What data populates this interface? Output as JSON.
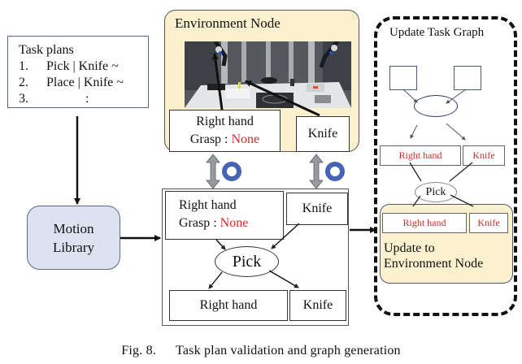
{
  "task_plans": {
    "title": "Task plans",
    "items": [
      {
        "num": "1.",
        "text": "Pick | Knife ~"
      },
      {
        "num": "2.",
        "text": "Place | Knife ~"
      },
      {
        "num": "3.",
        "text": ":"
      }
    ]
  },
  "motion_library": {
    "line1": "Motion",
    "line2": "Library"
  },
  "environment_node": {
    "title": "Environment Node",
    "photo_description": "robot workcell with two arms over a table",
    "right_hand": {
      "line1": "Right hand",
      "grasp_label": "Grasp : ",
      "grasp_value": "None"
    },
    "knife": "Knife"
  },
  "validation_icons": {
    "check_symbol": "O",
    "check_color": "#4664b4",
    "arrow_color": "#999999"
  },
  "task_graph": {
    "right_hand": {
      "line1": "Right hand",
      "grasp_label": "Grasp : ",
      "grasp_value": "None"
    },
    "knife": "Knife",
    "action": "Pick",
    "out_right_hand": "Right hand",
    "out_knife": "Knife"
  },
  "update_task_graph": {
    "title": "Update Task Graph",
    "right_hand": "Right hand",
    "knife": "Knife",
    "action": "Pick",
    "env_right_hand": "Right hand",
    "env_knife": "Knife",
    "env_label_line1": "Update to",
    "env_label_line2": "Environment Node"
  },
  "colors": {
    "env_fill": "#fcf1cf",
    "motion_fill": "#dde2f1",
    "highlight_red": "#d42a2a"
  },
  "caption": {
    "fig": "Fig. 8.",
    "text": "Task plan validation and graph generation"
  }
}
